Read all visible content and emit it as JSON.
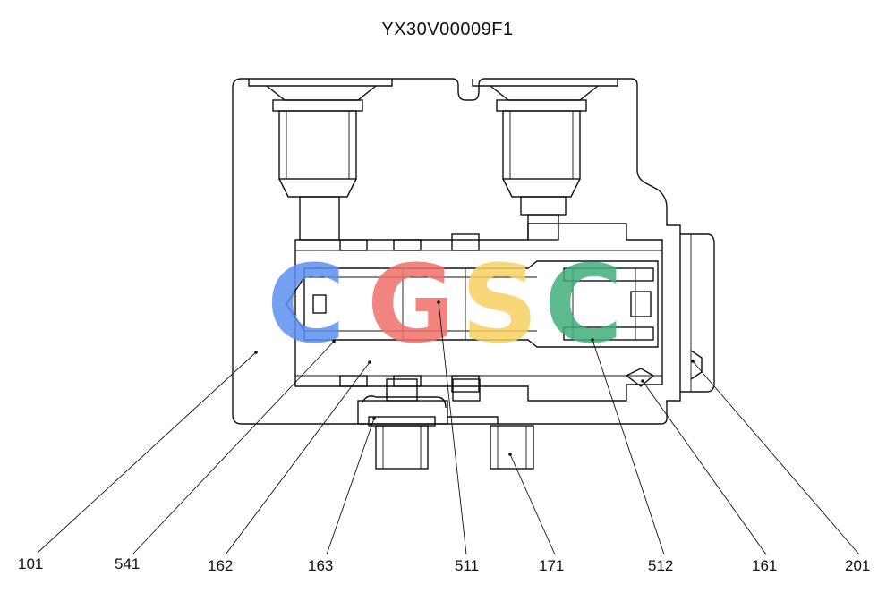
{
  "title": "YX30V00009F1",
  "watermark": {
    "letters": [
      "C",
      "G",
      "S",
      "C"
    ],
    "colors": [
      "#5b8ff0",
      "#f0706a",
      "#f7d060",
      "#3fae7a"
    ]
  },
  "callouts": [
    "101",
    "541",
    "162",
    "163",
    "511",
    "171",
    "512",
    "161",
    "201"
  ]
}
